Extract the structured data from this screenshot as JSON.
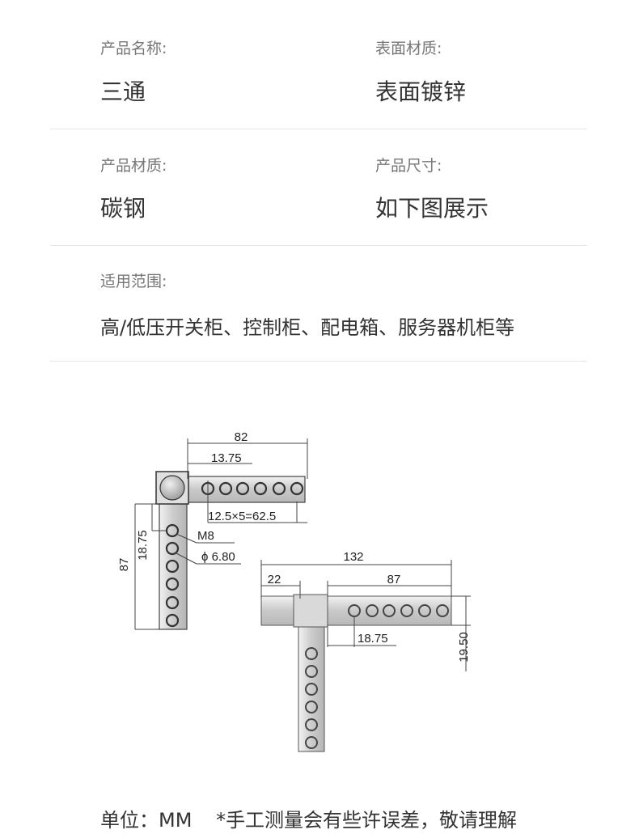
{
  "specs": {
    "name": {
      "label": "产品名称:",
      "value": "三通"
    },
    "surface": {
      "label": "表面材质:",
      "value": "表面镀锌"
    },
    "material": {
      "label": "产品材质:",
      "value": "碳钢"
    },
    "size": {
      "label": "产品尺寸:",
      "value": "如下图展示"
    },
    "scope": {
      "label": "适用范围:",
      "value": "高/低压开关柜、控制柜、配电箱、服务器机柜等"
    }
  },
  "drawing": {
    "top_width": "82",
    "top_offset": "13.75",
    "hole_spacing": "12.5×5=62.5",
    "thread": "M8",
    "hole_dia": "ϕ 6.80",
    "left_height": "87",
    "left_offset": "18.75",
    "right_width": "132",
    "right_offset": "22",
    "right_arm": "87",
    "down_offset": "18.75",
    "bar_height": "19.50"
  },
  "footer": {
    "unit": "单位：MM",
    "note": "*手工测量会有些许误差，敬请理解"
  }
}
